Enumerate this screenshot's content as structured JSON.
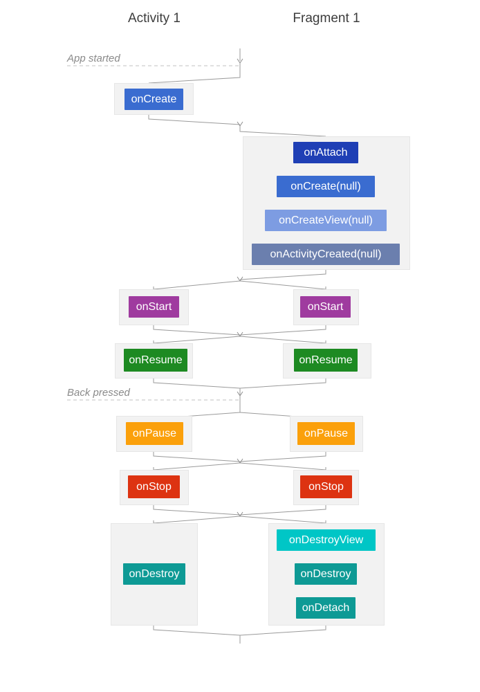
{
  "diagram": {
    "title_activity": "Activity 1",
    "title_fragment": "Fragment 1",
    "event_app_started": "App started",
    "event_back_pressed": "Back pressed",
    "colors": {
      "blue_mid": "#3a6cd0",
      "blue_deep": "#1f3fb5",
      "blue_light": "#7d9ce2",
      "blue_slate": "#6b7fae",
      "purple": "#9f3b9f",
      "green": "#1d8a22",
      "orange": "#fba00b",
      "red": "#dd3311",
      "teal_dark": "#0e9a95",
      "cyan_bright": "#00c6c6",
      "container_fill": "#f2f2f2",
      "container_stroke": "#e6e6e6",
      "wire": "#9a9a9a",
      "dash": "#c2c2c2",
      "title_text": "#3c3c3c",
      "event_text": "#8a8a8a"
    },
    "activity_nodes": [
      {
        "label": "onCreate",
        "color": "blue_mid"
      },
      {
        "label": "onStart",
        "color": "purple"
      },
      {
        "label": "onResume",
        "color": "green"
      },
      {
        "label": "onPause",
        "color": "orange"
      },
      {
        "label": "onStop",
        "color": "red"
      },
      {
        "label": "onDestroy",
        "color": "teal_dark"
      }
    ],
    "fragment_create_nodes": [
      {
        "label": "onAttach",
        "color": "blue_deep"
      },
      {
        "label": "onCreate(null)",
        "color": "blue_mid"
      },
      {
        "label": "onCreateView(null)",
        "color": "blue_light"
      },
      {
        "label": "onActivityCreated(null)",
        "color": "blue_slate"
      }
    ],
    "fragment_nodes": [
      {
        "label": "onStart",
        "color": "purple"
      },
      {
        "label": "onResume",
        "color": "green"
      },
      {
        "label": "onPause",
        "color": "orange"
      },
      {
        "label": "onStop",
        "color": "red"
      }
    ],
    "fragment_destroy_nodes": [
      {
        "label": "onDestroyView",
        "color": "cyan_bright"
      },
      {
        "label": "onDestroy",
        "color": "teal_dark"
      },
      {
        "label": "onDetach",
        "color": "teal_dark"
      }
    ]
  }
}
